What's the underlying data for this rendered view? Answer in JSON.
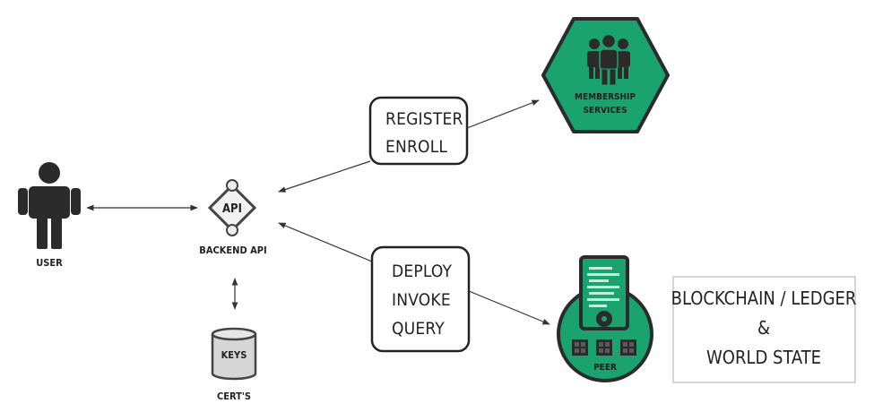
{
  "nodes": {
    "user": {
      "label": "USER"
    },
    "backend_api": {
      "icon_text": "API",
      "label": "BACKEND API"
    },
    "keys": {
      "icon_text": "KEYS",
      "label": "CERT'S"
    },
    "membership": {
      "line1": "MEMBERSHIP",
      "line2": "SERVICES"
    },
    "peer": {
      "label": "PEER"
    }
  },
  "boxes": {
    "register_enroll": {
      "lines": [
        "REGISTER",
        "ENROLL"
      ]
    },
    "deploy_invoke_query": {
      "lines": [
        "DEPLOY",
        "INVOKE",
        "QUERY"
      ]
    }
  },
  "legend": {
    "line1": "BLOCKCHAIN / LEDGER",
    "line2": "&",
    "line3": "WORLD STATE"
  },
  "colors": {
    "accent_green": "#1aa36f",
    "dark": "#2b2b2b",
    "mid_gray": "#555555",
    "light_gray": "#c8c8c8"
  }
}
